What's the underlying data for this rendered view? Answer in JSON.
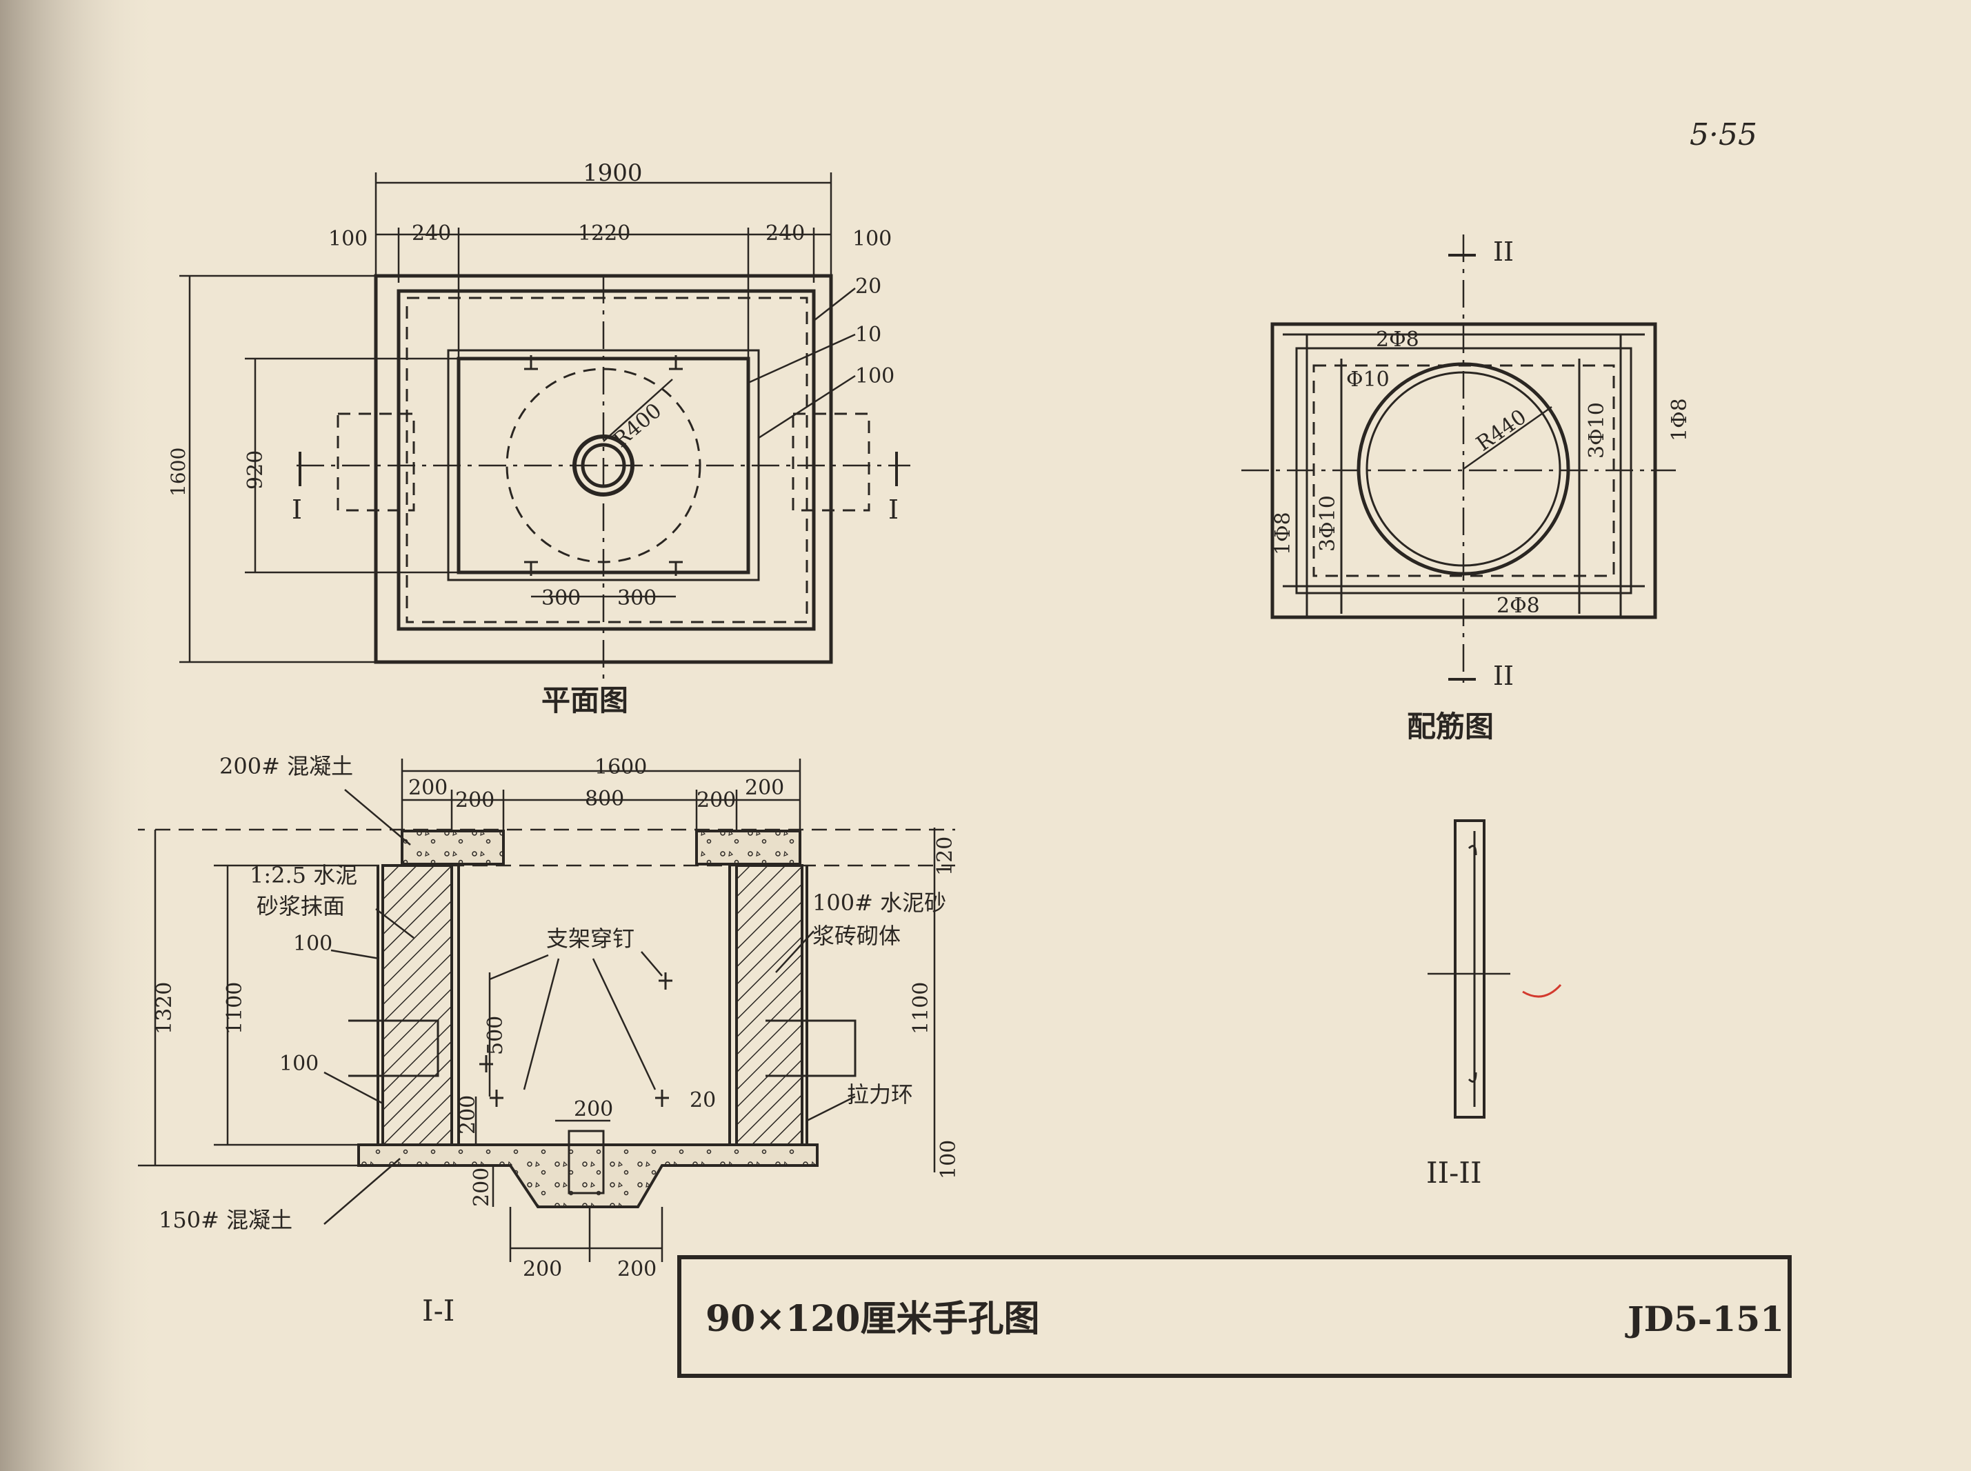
{
  "page_number": "5·55",
  "plan": {
    "title": "平面图",
    "dims": {
      "overall_width": "1900",
      "left_outer": "100",
      "left_wall": "240",
      "inner_width": "1220",
      "right_wall": "240",
      "right_outer": "100",
      "overall_height": "1600",
      "inner_height": "920",
      "offset_20": "20",
      "offset_10": "10",
      "offset_100": "100",
      "radius": "R400",
      "bottom_left": "300",
      "bottom_right": "300"
    },
    "section_mark": "I"
  },
  "rebar": {
    "title": "配筋图",
    "labels": {
      "top_bar": "2Φ8",
      "inner_bar": "Φ10",
      "radius": "R440",
      "right_inner": "3Φ10",
      "right_outer": "1Φ8",
      "left_outer": "1Φ8",
      "left_inner": "3Φ10",
      "bottom_bar": "2Φ8"
    },
    "section_mark": "II"
  },
  "section_1": {
    "title": "I-I",
    "dims": {
      "overall_width": "1600",
      "wall_left": "200",
      "gap_left": "200",
      "opening": "800",
      "gap_right": "200",
      "wall_right": "200",
      "top_slab": "120",
      "overall_height": "1320",
      "inner_height_left": "1100",
      "inner_height_right": "1100",
      "bracket_height": "500",
      "bottom_100_left": "100",
      "bottom_slab": "100",
      "sump_width": "200",
      "sump_depth": "200",
      "base_200": "200",
      "sump_side_left": "200",
      "sump_side_right": "200",
      "gap_20": "20",
      "wall_100": "100"
    },
    "notes": {
      "top_concrete": "200# 混凝土",
      "plaster_line1": "1:2.5 水泥",
      "plaster_line2": "砂浆抹面",
      "brick_line1": "100# 水泥砂",
      "brick_line2": "浆砖砌体",
      "bracket_nail": "支架穿钉",
      "pull_ring": "拉力环",
      "base_concrete": "150# 混凝土"
    }
  },
  "section_2": {
    "title": "II-II"
  },
  "title_block": {
    "drawing_title": "90×120厘米手孔图",
    "drawing_code": "JD5-151"
  },
  "colors": {
    "paper": "#efe6d3",
    "ink": "#2a2622",
    "stamp_red": "#d33a2e"
  }
}
